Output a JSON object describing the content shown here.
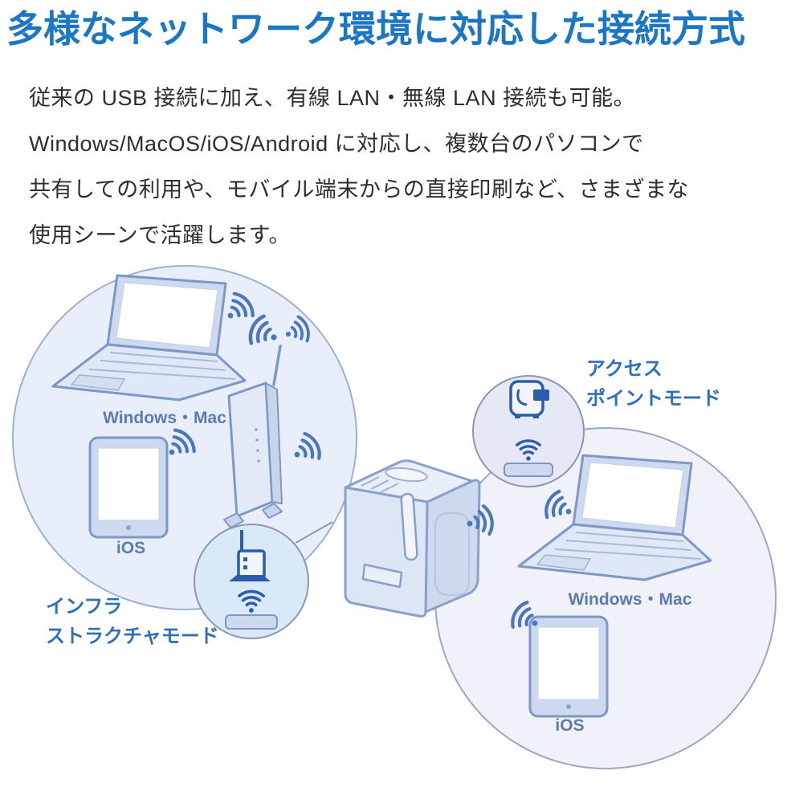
{
  "theme": {
    "accent": "#1b76c6",
    "label-blue": "#2e6fbb",
    "steel": "#5d7ab2",
    "line": "#7f97c6",
    "wifi": "#4a77bd",
    "badge": "#2b5cae",
    "text": "#2e2e2e",
    "zone-left-fill": "#e8effa",
    "zone-right-fill": "#f0f1f9",
    "badge-infra-fill": "#d9e9f9",
    "badge-ap-fill": "#e6e8f5"
  },
  "heading": {
    "title": "多様なネットワーク環境に対応した接続方式"
  },
  "intro": {
    "lines": [
      "従来の USB 接続に加え、有線 LAN・無線 LAN 接続も可能。",
      "Windows/MacOS/iOS/Android に対応し、複数台のパソコンで",
      "共有しての利用や、モバイル端末からの直接印刷など、さまざまな",
      "使用シーンで活躍します。"
    ]
  },
  "diagram": {
    "infrastructure": {
      "line1": "インフラ",
      "line2": "ストラクチャモード"
    },
    "access_point": {
      "line1": "アクセス",
      "line2": "ポイントモード"
    },
    "labels": {
      "left_computer": "Windows・Mac",
      "left_tablet": "iOS",
      "right_computer": "Windows・Mac",
      "right_tablet": "iOS"
    },
    "icons": {
      "wifi": "wifi-signal-icon",
      "router": "wireless-router-icon",
      "access_point_badge": "printer-access-point-icon",
      "infrastructure_badge": "router-antenna-icon",
      "laptop": "laptop-icon",
      "tablet": "tablet-icon",
      "printer": "label-printer-illustration"
    }
  }
}
